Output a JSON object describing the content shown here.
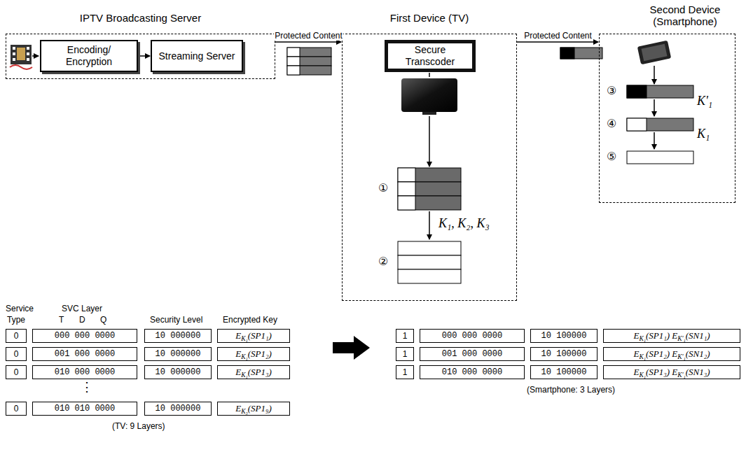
{
  "diagram": {
    "nodes": [
      {
        "text": [
          "IPTV Broadcasting Server"
        ]
      },
      {
        "text": [
          "Encoding/ Encryption"
        ],
        "in": 0
      },
      {
        "text": [
          "Streaming Server"
        ],
        "in": 0
      },
      {
        "text": [
          "First Device (TV)"
        ]
      },
      {
        "text": [
          "Secure Transcoder"
        ],
        "in": 3
      },
      {
        "text": [
          "Second Device (Smartphone)"
        ]
      }
    ],
    "edges": [
      {
        "from": 1,
        "to": 2,
        "arrow": "to"
      },
      {
        "from": 0,
        "to": 3,
        "label": "Protected Content",
        "arrow": "to"
      },
      {
        "from": 3,
        "to": 5,
        "label": "Protected Content",
        "arrow": "to"
      }
    ],
    "labels": [
      "①",
      "K₁, K₂, K₃",
      "②",
      "③",
      "K'₁",
      "④",
      "K₁",
      "⑤",
      "Service",
      "SVC Layer",
      "Type",
      "T",
      "D",
      "Q",
      "Security Level",
      "Encrypted Key",
      "0",
      "000 000 0000",
      "10 000000",
      "EK₁(SP1₁)",
      "0",
      "001 000 0000",
      "10 000000",
      "EK₁(SP1₂)",
      "0",
      "010 000 0000",
      "10 000000",
      "EK₁(SP1₃)",
      "⋮",
      "0",
      "010 010 0000",
      "10 000000",
      "EK₃(SP1₉)",
      "(TV: 9 Layers)",
      "1",
      "000 000 0000",
      "10 100000",
      "EK₁(SP1₁) EK'₁(SN1₁)",
      "1",
      "001 000 0000",
      "10 100000",
      "EK₁(SP1₂) EK'₁(SN1₂)",
      "1",
      "010 000 0000",
      "10 100000",
      "EK₁(SP1₃) EK'₁(SN1₃)",
      "(Smartphone: 3 Layers)"
    ]
  }
}
